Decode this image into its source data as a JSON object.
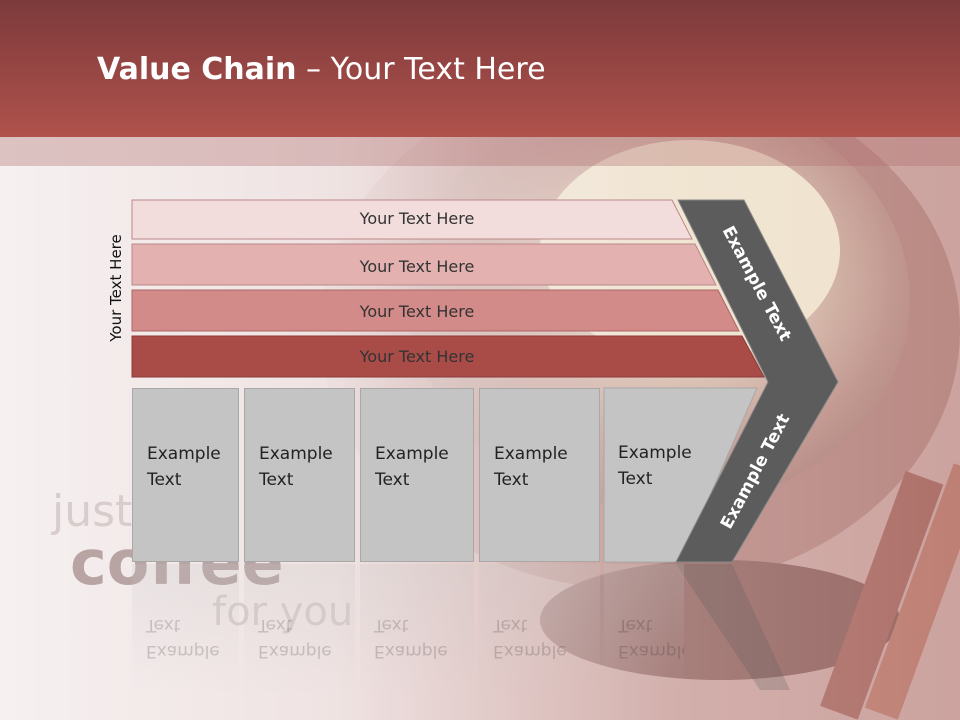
{
  "slide": {
    "title_bold": "Value Chain",
    "title_rest": " – Your Text Here",
    "vertical_label": "Your Text Here",
    "rows": [
      "Your Text Here",
      "Your Text Here",
      "Your Text Here",
      "Your Text Here"
    ],
    "cells": [
      "Example\nText",
      "Example\nText",
      "Example\nText",
      "Example\nText",
      "Example\nText"
    ],
    "arrow_top_label": "Example Text",
    "arrow_bottom_label": "Example Text",
    "watermark_line1": "just",
    "watermark_line2": "coffee",
    "watermark_line3": "for you"
  },
  "colors": {
    "header": "#9e4744",
    "row1": "#f2dcdc",
    "row2": "#e2b1b0",
    "row3": "#d28b88",
    "row4": "#a94c48",
    "cell": "#c4c4c4",
    "chevron": "#5c5c5c"
  }
}
